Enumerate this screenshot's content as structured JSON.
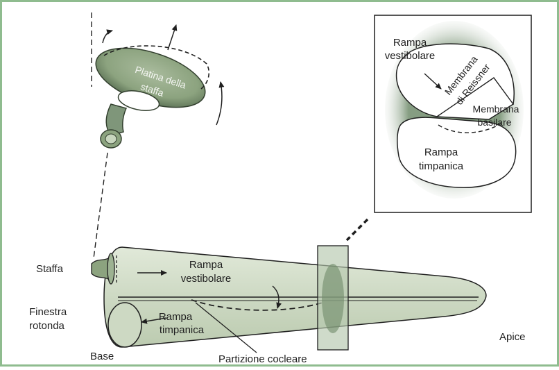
{
  "labels": {
    "platina_line1": "Platina della",
    "platina_line2": "staffa",
    "staffa": "Staffa",
    "finestra_line1": "Finestra",
    "finestra_line2": "rotonda",
    "base": "Base",
    "apice": "Apice",
    "partizione": "Partizione cocleare",
    "rampa_vest_main_1": "Rampa",
    "rampa_vest_main_2": "vestibolare",
    "rampa_timp_main_1": "Rampa",
    "rampa_timp_main_2": "timpanica"
  },
  "inset": {
    "rampa_vest_1": "Rampa",
    "rampa_vest_2": "vestibolare",
    "membrana_reissner_1": "Membrana",
    "membrana_reissner_2": "di Reissner",
    "membrana_basilare_1": "Membrana",
    "membrana_basilare_2": "basilare",
    "rampa_timp_1": "Rampa",
    "rampa_timp_2": "timpanica"
  },
  "colors": {
    "tissue_fill": "#b9c9ad",
    "tissue_dark": "#6f8466",
    "inset_halo": "#7f987b",
    "line": "#1f1f1f",
    "frame": "#8fbc8f"
  }
}
